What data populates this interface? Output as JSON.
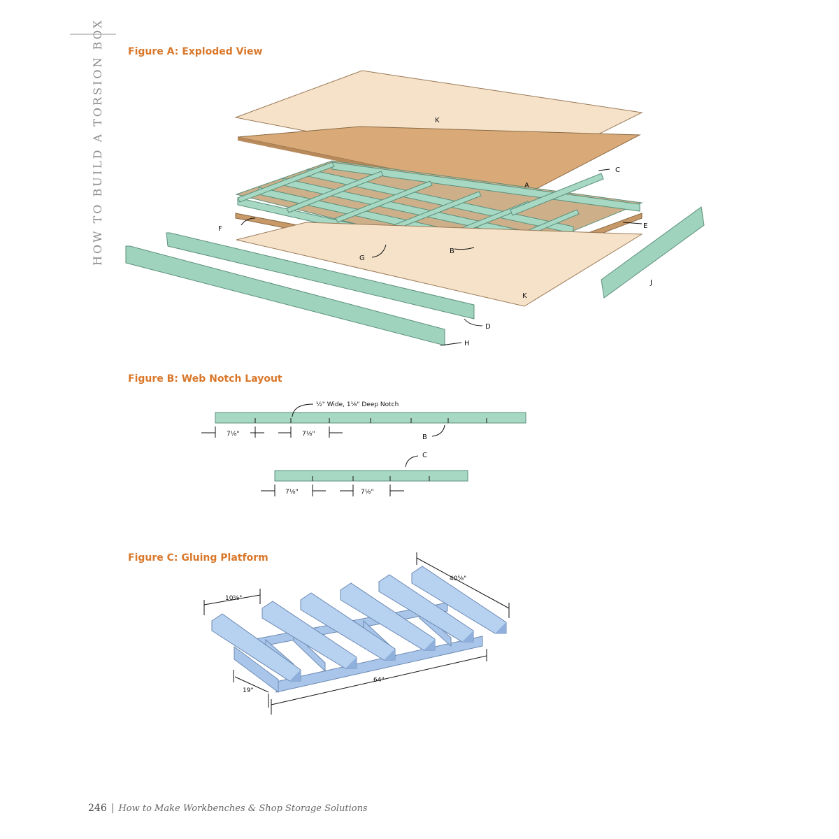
{
  "running_head": "HOW TO BUILD A TORSION BOX",
  "figure_a": {
    "title": "Figure A: Exploded View",
    "labels": {
      "k_top": "K",
      "a": "A",
      "c": "C",
      "f": "F",
      "e": "E",
      "b": "B",
      "g": "G",
      "j": "J",
      "k_bottom": "K",
      "d": "D",
      "h": "H"
    }
  },
  "figure_b": {
    "title": "Figure B: Web Notch Layout",
    "notch_note": "½\" Wide, 1⅛\" Deep Notch",
    "dims_b": [
      "7⅛\"",
      "7⅛\""
    ],
    "label_b": "B",
    "label_c": "C",
    "dims_c": [
      "7⅛\"",
      "7⅛\""
    ]
  },
  "figure_c": {
    "title": "Figure C: Gluing Platform",
    "dims": {
      "top_left": "10⅝\"",
      "top_right": "40⅝\"",
      "bottom_left": "19\"",
      "bottom_long": "64\""
    }
  },
  "footer": {
    "page_number": "246",
    "book_title": "How to Make Workbenches & Shop Storage Solutions"
  },
  "colors": {
    "accent": "#d9782b",
    "web_green": "#9fd3bd",
    "panel_tan": "#d6a877",
    "skin_light": "#f4dcc0",
    "platform_blue": "#a9c6ea"
  }
}
